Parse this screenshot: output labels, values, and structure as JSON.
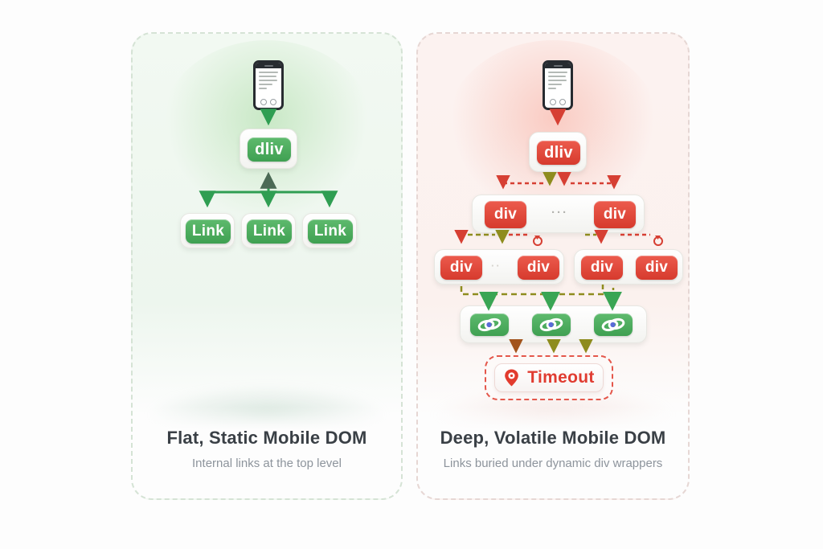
{
  "canvas": {
    "background": "#fdfdfd"
  },
  "left_panel": {
    "title": "Flat, Static Mobile DOM",
    "subtitle": "Internal links at the top level",
    "accent_color": "#2f9e52",
    "root_label": "dliv",
    "links": [
      {
        "label": "Link"
      },
      {
        "label": "Link"
      },
      {
        "label": "Link"
      }
    ]
  },
  "right_panel": {
    "title": "Deep, Volatile Mobile DOM",
    "subtitle": "Links buried under dynamic div wrappers",
    "accent_color": "#d63f33",
    "olive_color": "#8e8c1e",
    "root_label": "dliv",
    "row2": {
      "left_label": "div",
      "ellipsis": "···",
      "right_label": "div"
    },
    "row3_left": {
      "left_label": "div",
      "ellipsis": "··",
      "right_label": "div"
    },
    "row3_right": {
      "left_label": "div",
      "right_label": "div"
    },
    "timeout": {
      "label": "Timeout"
    }
  }
}
